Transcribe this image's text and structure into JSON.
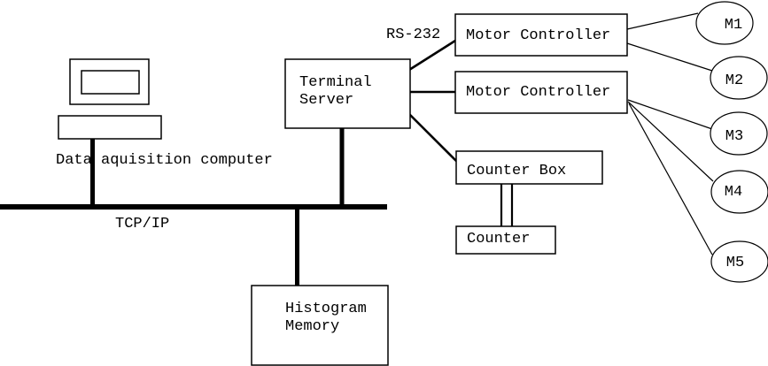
{
  "diagram": {
    "labels": {
      "computer": "Data aquisition computer",
      "network": "TCP/IP",
      "serial": "RS-232"
    },
    "nodes": {
      "terminal_server_line1": "Terminal",
      "terminal_server_line2": "Server",
      "motor_controller_1": "Motor Controller",
      "motor_controller_2": "Motor Controller",
      "counter_box": "Counter Box",
      "counter": "Counter",
      "histogram_memory_line1": "Histogram",
      "histogram_memory_line2": "Memory"
    },
    "motors": [
      "M1",
      "M2",
      "M3",
      "M4",
      "M5"
    ],
    "colors": {
      "stroke": "#000000",
      "fill": "#ffffff"
    }
  }
}
